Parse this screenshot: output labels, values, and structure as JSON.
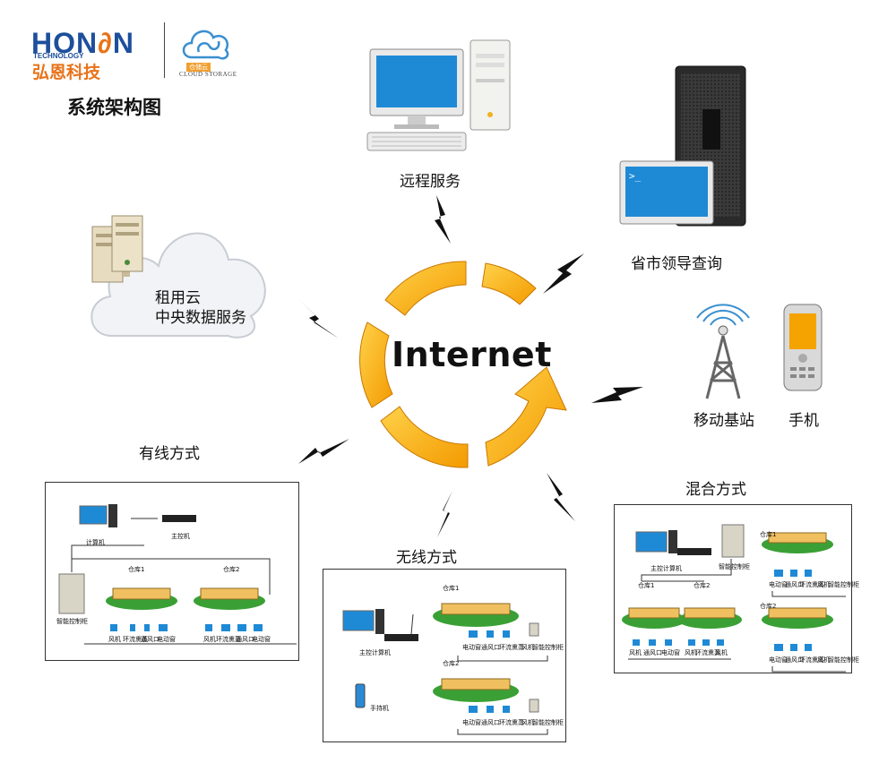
{
  "logo": {
    "brand": "HON",
    "brand_tail": "N",
    "tech": "TECHNOLOGY",
    "cn": "弘恩科技",
    "cloud_cn": "仓储云",
    "cloud_en": "CLOUD STORAGE"
  },
  "title": "系统架构图",
  "center": "Internet",
  "nodes": {
    "remote": "远程服务",
    "leaders": "省市领导查询",
    "cloud_line1": "租用云",
    "cloud_line2": "中央数据服务",
    "base_station": "移动基站",
    "phone": "手机"
  },
  "wired": {
    "title": "有线方式",
    "computer": "计算机",
    "master": "主控机",
    "cabinet": "智能控制柜",
    "wh1": "仓库1",
    "wh2": "仓库2",
    "d1": [
      "风机",
      "环流熏蒸",
      "通风口",
      "电动窗"
    ],
    "d2": [
      "风机",
      "环流熏蒸",
      "通风口",
      "电动窗"
    ]
  },
  "wireless": {
    "title": "无线方式",
    "master": "主控计算机",
    "handheld": "手持机",
    "wh1": "仓库1",
    "wh2": "仓库2",
    "devices": [
      "电动窗",
      "通风口",
      "环流熏蒸",
      "风机",
      "智能控制柜"
    ]
  },
  "hybrid": {
    "title": "混合方式",
    "master": "主控计算机",
    "cabinet": "智能控制柜",
    "wh1": "仓库1",
    "wh2": "仓库2",
    "devices_left": [
      "风机",
      "通风口",
      "电动窗"
    ],
    "devices_mid": [
      "风机",
      "环流熏蒸",
      "风机"
    ],
    "devices_right": [
      "电动窗",
      "通风口",
      "环流熏蒸",
      "风机",
      "智能控制柜"
    ]
  },
  "colors": {
    "brand_blue": "#1d4f9c",
    "brand_orange": "#e8731a",
    "arrow_orange": "#f5a300",
    "screen_blue": "#1e8ad6"
  }
}
